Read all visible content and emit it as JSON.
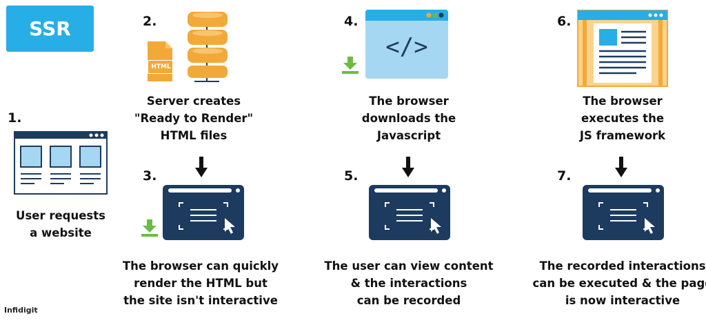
{
  "title": "SSR",
  "brand": "Infidigit",
  "file_label": "HTML",
  "code_symbol": "</>",
  "steps": [
    {
      "num": "1.",
      "caption": "User requests\na website"
    },
    {
      "num": "2.",
      "caption": "Server creates\n\"Ready to Render\"\nHTML files"
    },
    {
      "num": "3.",
      "caption": "The browser can quickly\nrender the HTML but\nthe site isn't interactive"
    },
    {
      "num": "4.",
      "caption": "The browser\ndownloads the\nJavascript"
    },
    {
      "num": "5.",
      "caption": "The user can view content\n& the interactions\ncan be recorded"
    },
    {
      "num": "6.",
      "caption": "The browser\nexecutes the\nJS framework"
    },
    {
      "num": "7.",
      "caption": "The recorded interactions\ncan be executed & the page\nis now interactive"
    }
  ],
  "colors": {
    "accent": "#27aee6",
    "navy": "#1d3a5f",
    "orange": "#f3a938",
    "green": "#6dbb45",
    "light_blue": "#a6d7f2"
  }
}
